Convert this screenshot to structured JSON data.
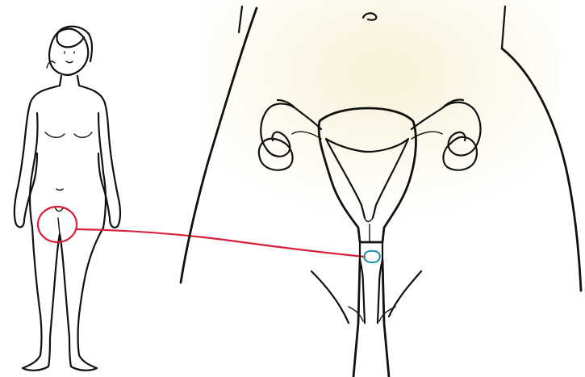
{
  "figure": {
    "type": "anatomical-illustration",
    "subjects": [
      "female-body-outline",
      "uterus-cervix-vagina-closeup"
    ],
    "highlight": {
      "region_on_body": "pelvis",
      "target_on_closeup": "cervix",
      "colors": {
        "body_marker": "#d81f3a",
        "connector_line": "#d81f3a",
        "target_marker": "#1a8fa0"
      }
    },
    "colors": {
      "ink": "#111111",
      "background": "#ffffff",
      "skin_tint": "#f3e6b8"
    }
  }
}
